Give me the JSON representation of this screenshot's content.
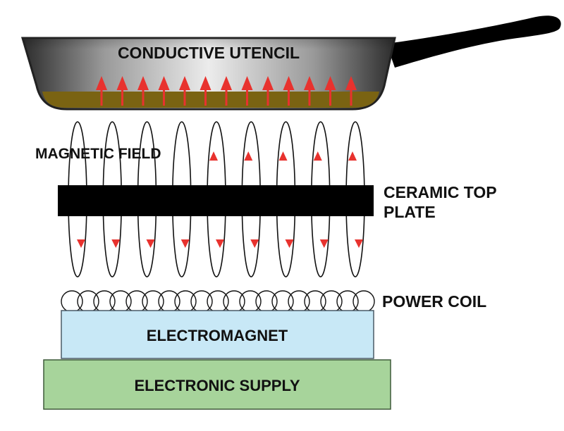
{
  "labels": {
    "utensil": "CONDUCTIVE UTENCIL",
    "magnetic_field": "MAGNETIC FIELD",
    "ceramic_top_line1": "CERAMIC TOP",
    "ceramic_top_line2": "PLATE",
    "power_coil": "POWER COIL",
    "electromagnet": "ELECTROMAGNET",
    "electronic_supply": "ELECTRONIC SUPPLY"
  },
  "colors": {
    "pan_body_dark": "#2a2a2a",
    "pan_body_light": "#e6e6e6",
    "pan_base": "#7a6312",
    "heat_arrow": "#e8322e",
    "field_arrow": "#e8322e",
    "field_line": "#111111",
    "ceramic_plate": "#000000",
    "electromagnet_fill": "#c8e8f6",
    "electromagnet_border": "#4a5a66",
    "supply_fill": "#a7d49b",
    "supply_border": "#3f5a3a"
  },
  "counts": {
    "heat_arrows": 13,
    "field_loops": 9,
    "coil_turns": 19
  }
}
